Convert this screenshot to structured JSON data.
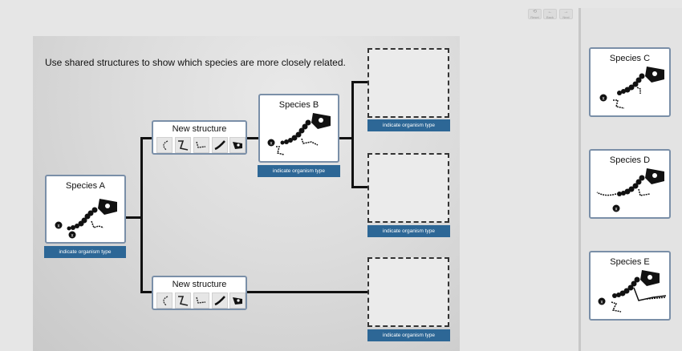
{
  "toolbar": {
    "reset_label": "Reset",
    "back_label": "Back",
    "next_label": "Next"
  },
  "prompt": "Use shared structures to show which species are more closely related.",
  "species_a": {
    "name": "Species A",
    "tag": "indicate organism type"
  },
  "species_b": {
    "name": "Species B",
    "tag": "indicate organism type"
  },
  "new_structure_top": {
    "title": "New structure"
  },
  "new_structure_bottom": {
    "title": "New structure"
  },
  "drop_tags": [
    "indicate organism type",
    "indicate organism type",
    "indicate organism type"
  ],
  "bank": [
    {
      "name": "Species C"
    },
    {
      "name": "Species D"
    },
    {
      "name": "Species E"
    }
  ],
  "colors": {
    "tag": "#2d6796",
    "card_border": "#7a8fa8"
  }
}
